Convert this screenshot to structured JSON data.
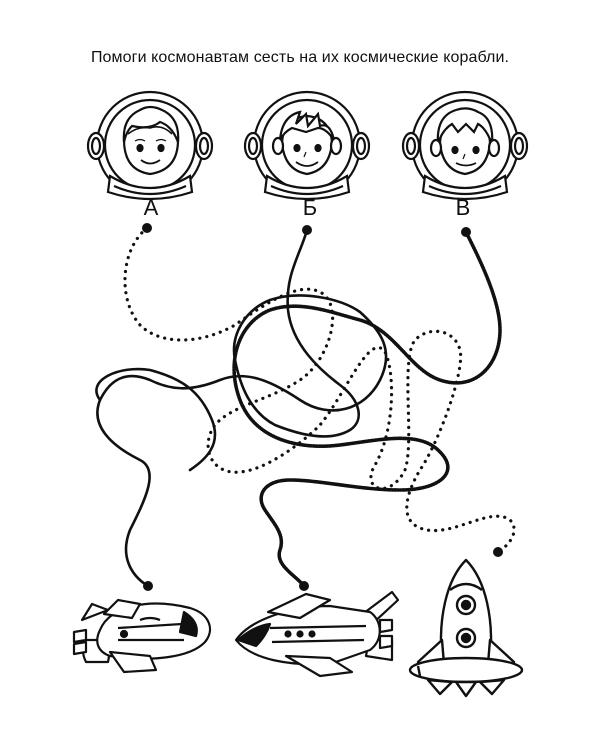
{
  "title": "Помоги космонавтам сесть на их космические корабли.",
  "astronauts": [
    {
      "letter": "А",
      "icon": "astronaut-girl-helmet-icon"
    },
    {
      "letter": "Б",
      "icon": "astronaut-boy-helmet-icon"
    },
    {
      "letter": "В",
      "icon": "astronaut-boy-helmet-icon"
    }
  ],
  "ships": [
    {
      "icon": "space-shuttle-icon"
    },
    {
      "icon": "space-shuttle-icon"
    },
    {
      "icon": "rocket-icon"
    }
  ],
  "colors": {
    "ink": "#111111",
    "paper": "#ffffff"
  }
}
